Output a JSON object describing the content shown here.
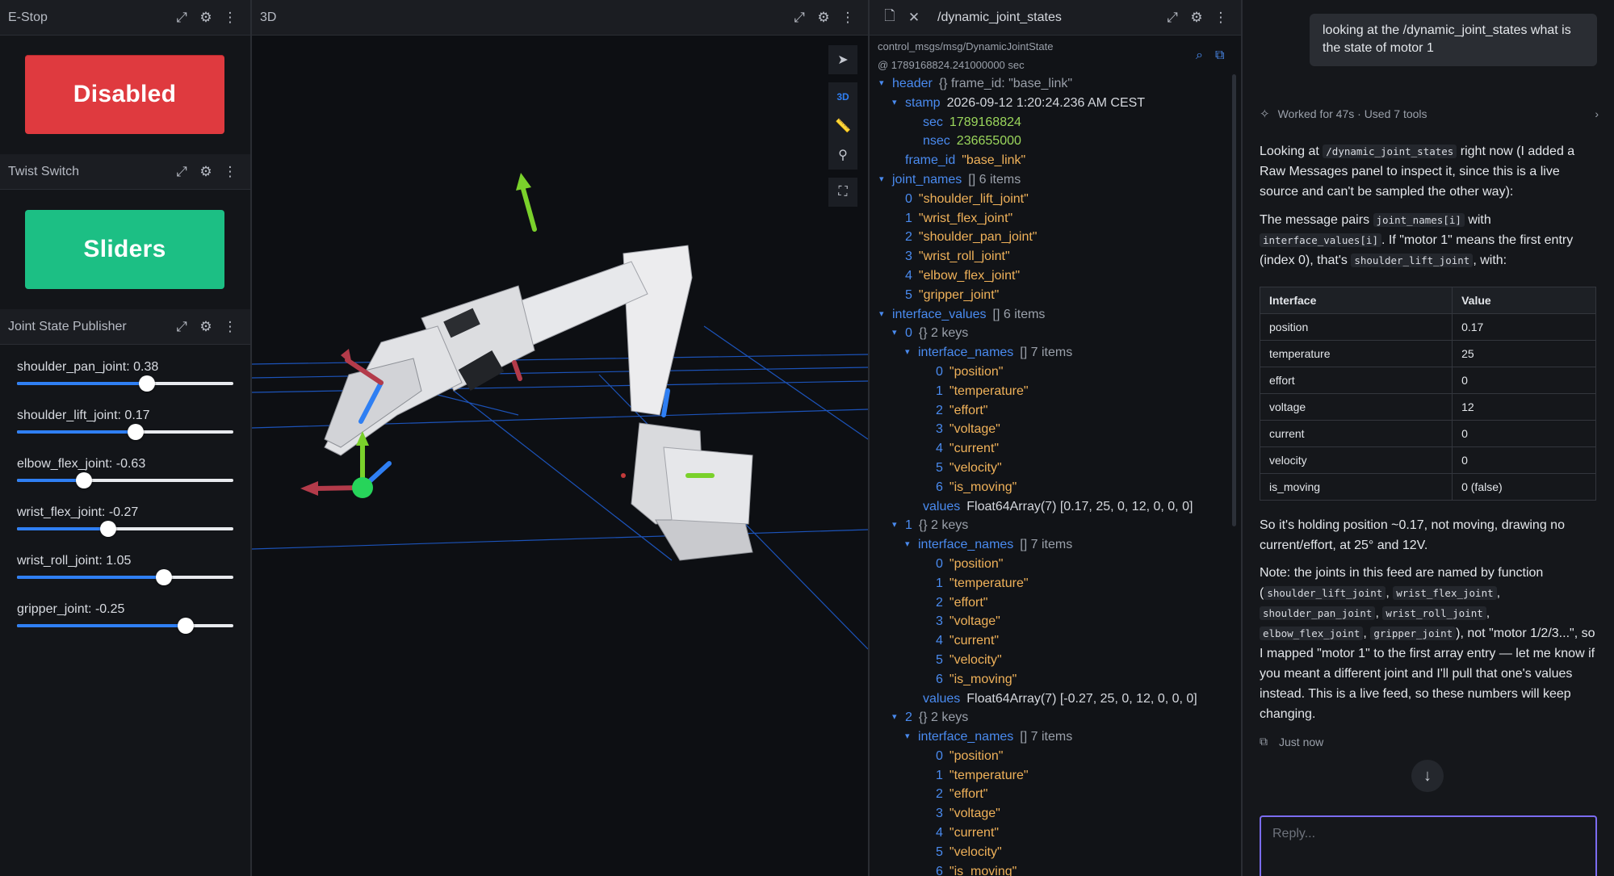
{
  "estop": {
    "panel_title": "E-Stop",
    "button_label": "Disabled",
    "button_color": "#df3a3f"
  },
  "twist": {
    "panel_title": "Twist Switch",
    "button_label": "Sliders",
    "button_color": "#1cbf84"
  },
  "jsp": {
    "panel_title": "Joint State Publisher",
    "joints": [
      {
        "label": "shoulder_pan_joint: 0.38",
        "fraction": 0.6
      },
      {
        "label": "shoulder_lift_joint: 0.17",
        "fraction": 0.55
      },
      {
        "label": "elbow_flex_joint: -0.63",
        "fraction": 0.31
      },
      {
        "label": "wrist_flex_joint: -0.27",
        "fraction": 0.42
      },
      {
        "label": "wrist_roll_joint: 1.05",
        "fraction": 0.68
      },
      {
        "label": "gripper_joint: -0.25",
        "fraction": 0.78
      }
    ]
  },
  "view3d": {
    "panel_title": "3D",
    "mode_badge": "3D"
  },
  "raw": {
    "topic": "/dynamic_joint_states",
    "schema": "control_msgs/msg/DynamicJointState",
    "timestamp": "@ 1789168824.241000000 sec",
    "rows": [
      {
        "indent": 0,
        "arrow": true,
        "key": "header",
        "type": "{} frame_id: \"base_link\""
      },
      {
        "indent": 1,
        "arrow": true,
        "key": "stamp",
        "value": "2026-09-12 1:20:24.236 AM CEST",
        "vclass": "plain"
      },
      {
        "indent": 2,
        "arrow": false,
        "key": "sec",
        "value": "1789168824",
        "vclass": "num"
      },
      {
        "indent": 2,
        "arrow": false,
        "key": "nsec",
        "value": "236655000",
        "vclass": "num"
      },
      {
        "indent": 1,
        "arrow": false,
        "key": "frame_id",
        "value": "\"base_link\"",
        "vclass": "str"
      },
      {
        "indent": 0,
        "arrow": true,
        "key": "joint_names",
        "type": "[] 6 items"
      },
      {
        "indent": 1,
        "arrow": false,
        "key": "0",
        "value": "\"shoulder_lift_joint\"",
        "vclass": "str"
      },
      {
        "indent": 1,
        "arrow": false,
        "key": "1",
        "value": "\"wrist_flex_joint\"",
        "vclass": "str"
      },
      {
        "indent": 1,
        "arrow": false,
        "key": "2",
        "value": "\"shoulder_pan_joint\"",
        "vclass": "str"
      },
      {
        "indent": 1,
        "arrow": false,
        "key": "3",
        "value": "\"wrist_roll_joint\"",
        "vclass": "str"
      },
      {
        "indent": 1,
        "arrow": false,
        "key": "4",
        "value": "\"elbow_flex_joint\"",
        "vclass": "str"
      },
      {
        "indent": 1,
        "arrow": false,
        "key": "5",
        "value": "\"gripper_joint\"",
        "vclass": "str"
      },
      {
        "indent": 0,
        "arrow": true,
        "key": "interface_values",
        "type": "[] 6 items"
      },
      {
        "indent": 1,
        "arrow": true,
        "key": "0",
        "type": "{} 2 keys"
      },
      {
        "indent": 2,
        "arrow": true,
        "key": "interface_names",
        "type": "[] 7 items"
      },
      {
        "indent": 3,
        "arrow": false,
        "key": "0",
        "value": "\"position\"",
        "vclass": "str"
      },
      {
        "indent": 3,
        "arrow": false,
        "key": "1",
        "value": "\"temperature\"",
        "vclass": "str"
      },
      {
        "indent": 3,
        "arrow": false,
        "key": "2",
        "value": "\"effort\"",
        "vclass": "str"
      },
      {
        "indent": 3,
        "arrow": false,
        "key": "3",
        "value": "\"voltage\"",
        "vclass": "str"
      },
      {
        "indent": 3,
        "arrow": false,
        "key": "4",
        "value": "\"current\"",
        "vclass": "str"
      },
      {
        "indent": 3,
        "arrow": false,
        "key": "5",
        "value": "\"velocity\"",
        "vclass": "str"
      },
      {
        "indent": 3,
        "arrow": false,
        "key": "6",
        "value": "\"is_moving\"",
        "vclass": "str"
      },
      {
        "indent": 2,
        "arrow": false,
        "key": "values",
        "value": "Float64Array(7) [0.17, 25, 0, 12, 0, 0, 0]",
        "vclass": "plain"
      },
      {
        "indent": 1,
        "arrow": true,
        "key": "1",
        "type": "{} 2 keys"
      },
      {
        "indent": 2,
        "arrow": true,
        "key": "interface_names",
        "type": "[] 7 items"
      },
      {
        "indent": 3,
        "arrow": false,
        "key": "0",
        "value": "\"position\"",
        "vclass": "str"
      },
      {
        "indent": 3,
        "arrow": false,
        "key": "1",
        "value": "\"temperature\"",
        "vclass": "str"
      },
      {
        "indent": 3,
        "arrow": false,
        "key": "2",
        "value": "\"effort\"",
        "vclass": "str"
      },
      {
        "indent": 3,
        "arrow": false,
        "key": "3",
        "value": "\"voltage\"",
        "vclass": "str"
      },
      {
        "indent": 3,
        "arrow": false,
        "key": "4",
        "value": "\"current\"",
        "vclass": "str"
      },
      {
        "indent": 3,
        "arrow": false,
        "key": "5",
        "value": "\"velocity\"",
        "vclass": "str"
      },
      {
        "indent": 3,
        "arrow": false,
        "key": "6",
        "value": "\"is_moving\"",
        "vclass": "str"
      },
      {
        "indent": 2,
        "arrow": false,
        "key": "values",
        "value": "Float64Array(7) [-0.27, 25, 0, 12, 0, 0, 0]",
        "vclass": "plain"
      },
      {
        "indent": 1,
        "arrow": true,
        "key": "2",
        "type": "{} 2 keys"
      },
      {
        "indent": 2,
        "arrow": true,
        "key": "interface_names",
        "type": "[] 7 items"
      },
      {
        "indent": 3,
        "arrow": false,
        "key": "0",
        "value": "\"position\"",
        "vclass": "str"
      },
      {
        "indent": 3,
        "arrow": false,
        "key": "1",
        "value": "\"temperature\"",
        "vclass": "str"
      },
      {
        "indent": 3,
        "arrow": false,
        "key": "2",
        "value": "\"effort\"",
        "vclass": "str"
      },
      {
        "indent": 3,
        "arrow": false,
        "key": "3",
        "value": "\"voltage\"",
        "vclass": "str"
      },
      {
        "indent": 3,
        "arrow": false,
        "key": "4",
        "value": "\"current\"",
        "vclass": "str"
      },
      {
        "indent": 3,
        "arrow": false,
        "key": "5",
        "value": "\"velocity\"",
        "vclass": "str"
      },
      {
        "indent": 3,
        "arrow": false,
        "key": "6",
        "value": "\"is_moving\"",
        "vclass": "str"
      }
    ]
  },
  "chat": {
    "user_message": "looking at the /dynamic_joint_states what is the state of motor 1",
    "worked_summary": "Worked for 47s · Used 7 tools",
    "p1": {
      "a": "Looking at ",
      "code": "/dynamic_joint_states",
      "b": " right now (I added a Raw Messages panel to inspect it, since this is a live source and can't be sampled the other way):"
    },
    "p2": {
      "a": "The message pairs ",
      "code1": "joint_names[i]",
      "b": " with ",
      "code2": "interface_values[i]",
      "c": ". If \"motor 1\" means the first entry (index 0), that's ",
      "code3": "shoulder_lift_joint",
      "d": ", with:"
    },
    "table": {
      "headers": [
        "Interface",
        "Value"
      ],
      "rows": [
        [
          "position",
          "0.17"
        ],
        [
          "temperature",
          "25"
        ],
        [
          "effort",
          "0"
        ],
        [
          "voltage",
          "12"
        ],
        [
          "current",
          "0"
        ],
        [
          "velocity",
          "0"
        ],
        [
          "is_moving",
          "0 (false)"
        ]
      ]
    },
    "p3": "So it's holding position ~0.17, not moving, drawing no current/effort, at 25° and 12V.",
    "p4": {
      "a": "Note: the joints in this feed are named by function (",
      "codes": [
        "shoulder_lift_joint",
        "wrist_flex_joint",
        "shoulder_pan_joint",
        "wrist_roll_joint",
        "elbow_flex_joint",
        "gripper_joint"
      ],
      "b": "), not \"motor 1/2/3...\", so I mapped \"motor 1\" to the first array entry — let me know if you meant a different joint and I'll pull that one's values instead. This is a live feed, so these numbers will keep changing."
    },
    "time": "Just now",
    "reply_placeholder": "Reply..."
  }
}
